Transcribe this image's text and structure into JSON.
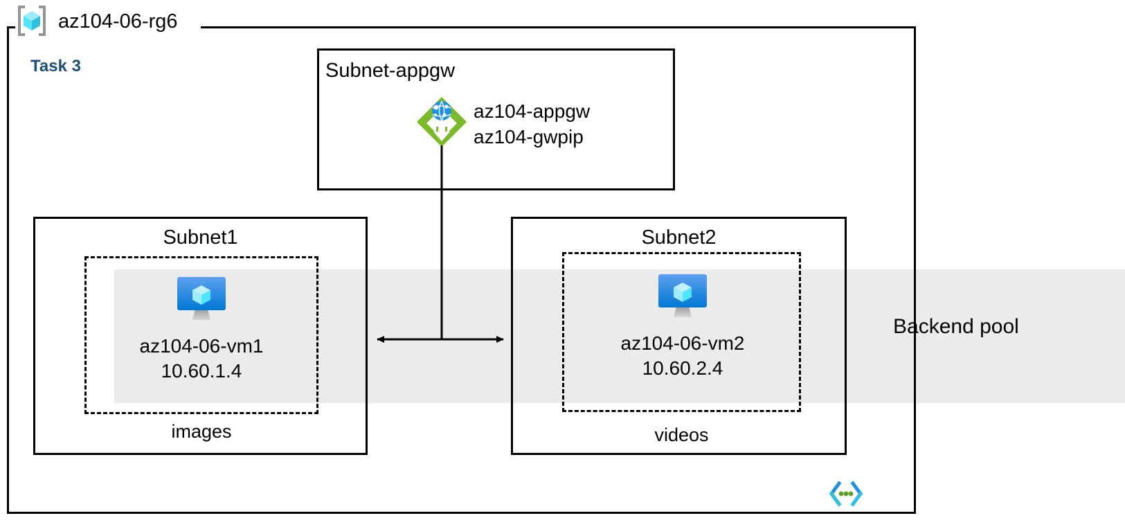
{
  "diagram": {
    "title": "az104-06-rg6",
    "task_label": "Task 3",
    "resource_group_icon": "resource-group-icon",
    "code_icon": "code-brackets-icon"
  },
  "backend_pool": {
    "label": "Backend pool",
    "band_color": "#ebebeb"
  },
  "subnets": [
    {
      "name": "Subnet-appgw",
      "node": {
        "icon": "application-gateway-icon",
        "labels": [
          "az104-appgw",
          "az104-gwpip"
        ]
      }
    },
    {
      "name": "Subnet1",
      "vm": {
        "icon": "virtual-machine-icon",
        "name": "az104-06-vm1",
        "ip": "10.60.1.4"
      },
      "nic_label": "images"
    },
    {
      "name": "Subnet2",
      "vm": {
        "icon": "virtual-machine-icon",
        "name": "az104-06-vm2",
        "ip": "10.60.2.4"
      },
      "nic_label": "videos"
    }
  ],
  "colors": {
    "task_text": "#1f4e79",
    "appgw_green": "#7ab929",
    "vm_blue": "#0078d4",
    "cube_cyan": "#32bedd",
    "bracket_gray": "#949494",
    "stroke": "#000000"
  }
}
